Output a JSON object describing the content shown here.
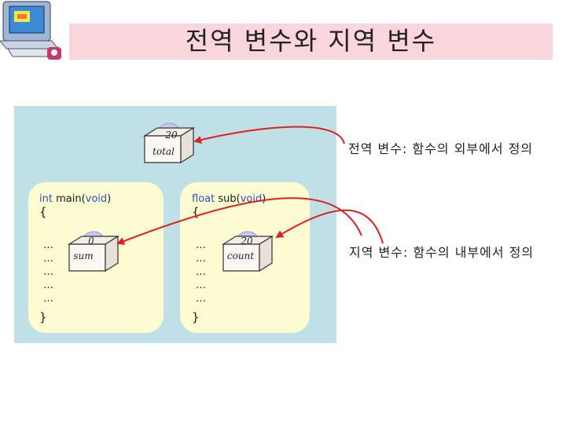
{
  "title": "전역 변수와 지역 변수",
  "global_var": {
    "value": "20",
    "name": "total"
  },
  "main_func": {
    "keyword": "int",
    "name": " main(",
    "param": "void",
    "close": ")",
    "open_brace": "{",
    "dots": [
      "…",
      "…",
      "…",
      "…",
      "…"
    ],
    "close_brace": "}",
    "local_var": {
      "value": "0",
      "name": "sum"
    }
  },
  "sub_func": {
    "keyword": "float",
    "name": " sub(",
    "param": "void",
    "close": ")",
    "open_brace": "{",
    "dots": [
      "…",
      "…",
      "…",
      "…",
      "…"
    ],
    "close_brace": "}",
    "local_var": {
      "value": "20",
      "name": "count"
    }
  },
  "annotations": {
    "global": "전역 변수: 함수의 외부에서 정의",
    "local": "지역 변수: 함수의 내부에서 정의"
  },
  "colors": {
    "title_bg": "#f8d6dc",
    "diagram_bg": "#bfe0e6",
    "func_bg": "#fdfbd2",
    "keyword": "#2950c8",
    "arrow": "#e02020"
  },
  "icons": [
    "computer-icon"
  ]
}
